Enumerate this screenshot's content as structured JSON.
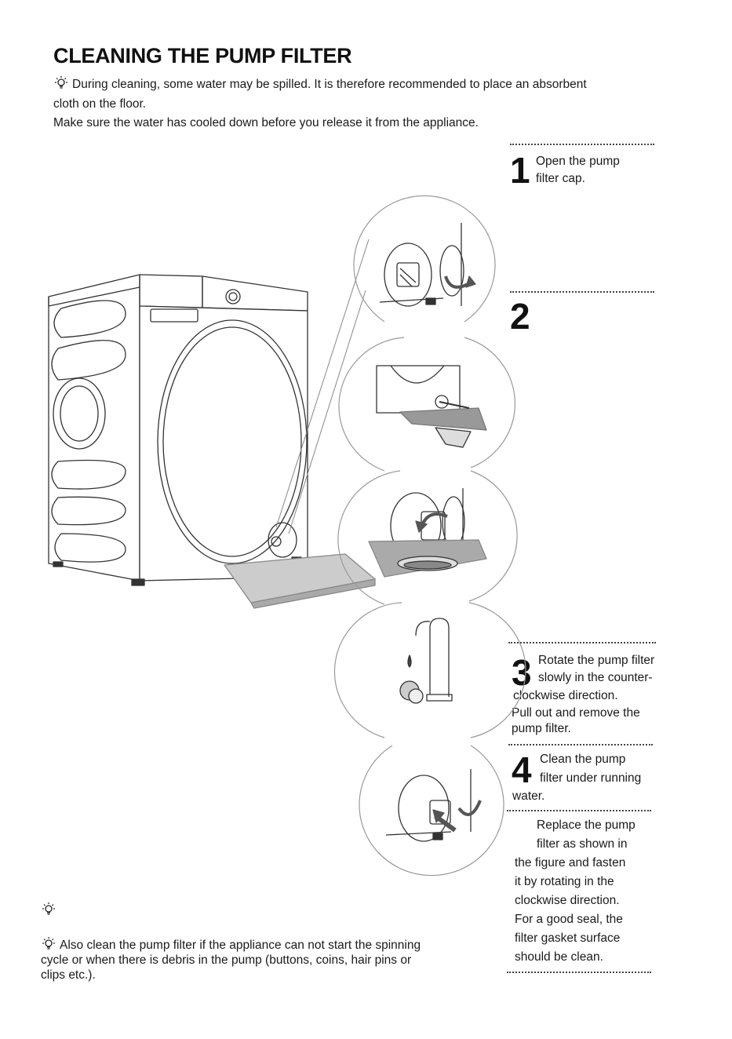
{
  "page": {
    "title": "CLEANING THE PUMP FILTER",
    "intro_line1": "During cleaning, some water may be spilled. It is therefore recommended to place an absorbent",
    "intro_line2": "cloth on the floor.",
    "intro_line3": "Make sure the water has cooled down before you release it from the appliance."
  },
  "steps": [
    {
      "number": "1",
      "lines": [
        "Open the pump",
        "filter cap."
      ]
    },
    {
      "number": "2",
      "lines": []
    },
    {
      "number": "3",
      "lines": [
        "Rotate the pump filter",
        "slowly in the counter-",
        "clockwise direction.",
        "Pull out and remove the",
        "pump filter."
      ]
    },
    {
      "number": "4",
      "lines": [
        "Clean the pump",
        "filter under running",
        "water."
      ]
    },
    {
      "number": "",
      "lines": [
        "Replace the pump",
        "filter as shown in",
        "the figure and fasten",
        "it by rotating in the",
        "clockwise direction.",
        "For a good seal, the",
        "filter gasket surface",
        "should be clean."
      ]
    }
  ],
  "notes": {
    "note2_line1": "Also clean the pump filter if the appliance can not start the spinning",
    "note2_line2": "cycle or when there is debris in the pump (buttons, coins, hair pins or",
    "note2_line3": "clips etc.)."
  },
  "icons": [
    "lightbulb-icon",
    "arrow-icon",
    "water-drop-icon",
    "faucet-icon"
  ],
  "colors": {
    "text": "#1a1a1a",
    "line": "#333333",
    "tray": "#b8b8b8",
    "arrow": "#555555"
  }
}
